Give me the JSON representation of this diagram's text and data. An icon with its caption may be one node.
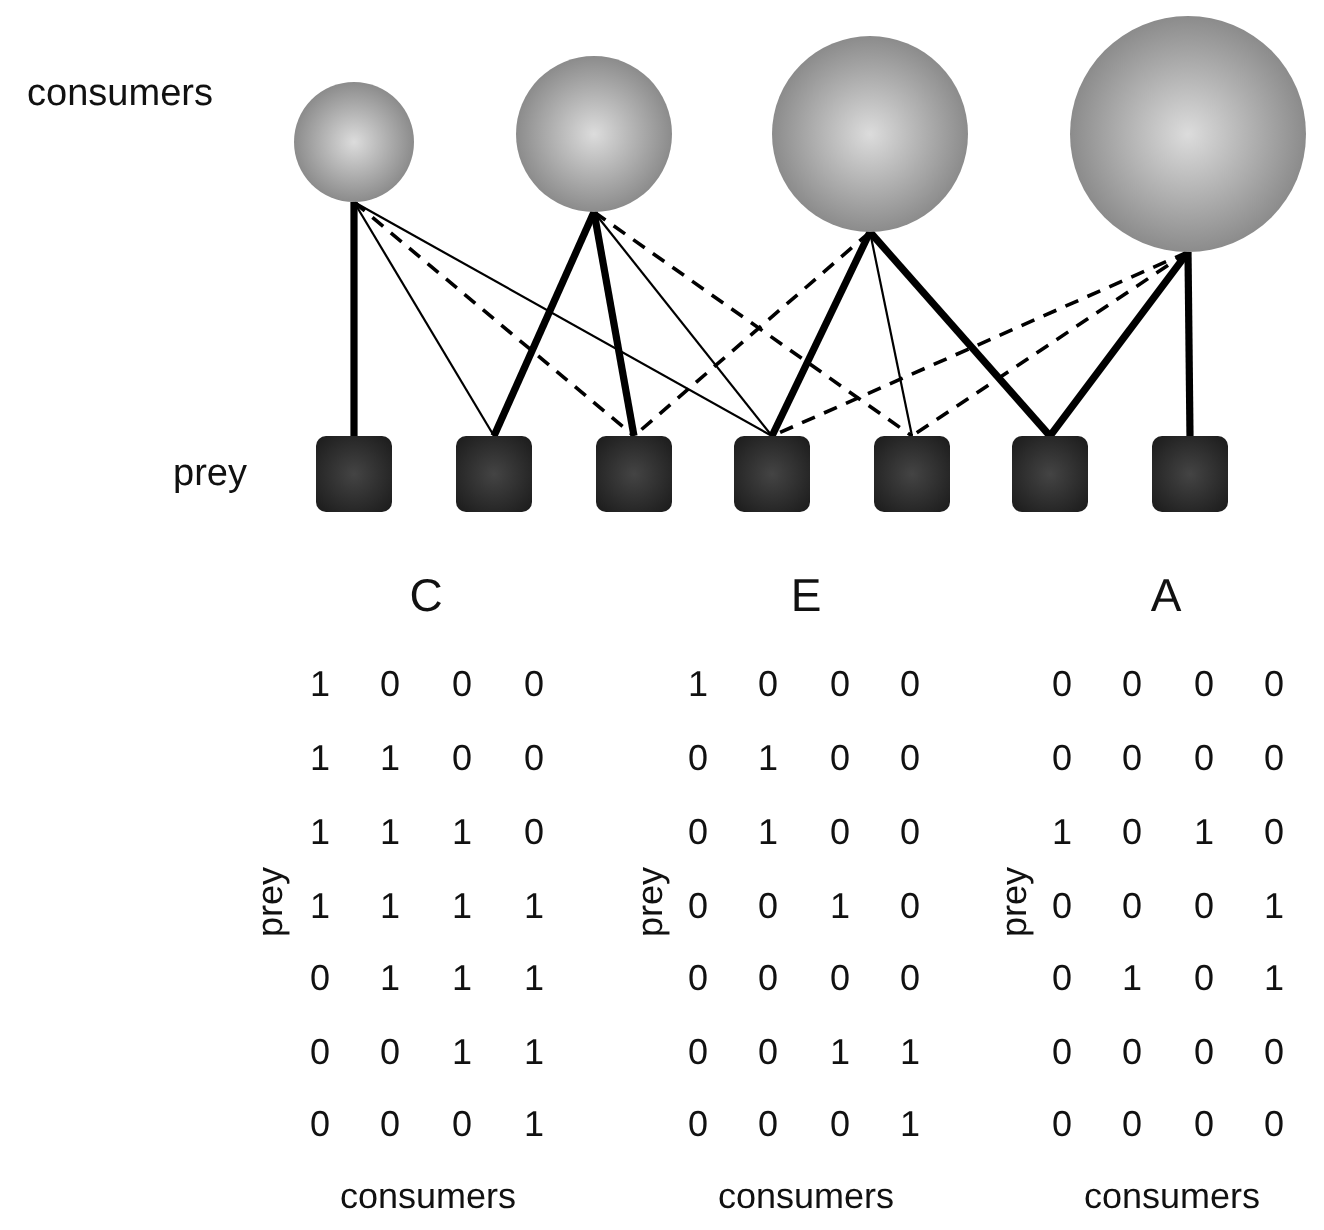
{
  "diagram": {
    "nodes": [
      {
        "text": [],
        "shape": "circle"
      },
      {
        "text": [],
        "shape": "circle"
      },
      {
        "text": [],
        "shape": "circle"
      },
      {
        "text": [],
        "shape": "circle"
      },
      {
        "text": [],
        "shape": "box"
      },
      {
        "text": [],
        "shape": "box"
      },
      {
        "text": [],
        "shape": "box"
      },
      {
        "text": [],
        "shape": "box"
      },
      {
        "text": [],
        "shape": "box"
      },
      {
        "text": [],
        "shape": "box"
      },
      {
        "text": [],
        "shape": "box"
      }
    ],
    "edges": [
      {
        "from": 0,
        "to": 4,
        "arrow": "none",
        "style": "thick"
      },
      {
        "from": 0,
        "to": 5,
        "arrow": "none"
      },
      {
        "from": 0,
        "to": 6,
        "arrow": "none",
        "style": "dashed"
      },
      {
        "from": 0,
        "to": 7,
        "arrow": "none"
      },
      {
        "from": 1,
        "to": 5,
        "arrow": "none",
        "style": "thick"
      },
      {
        "from": 1,
        "to": 6,
        "arrow": "none",
        "style": "thick"
      },
      {
        "from": 1,
        "to": 7,
        "arrow": "none"
      },
      {
        "from": 1,
        "to": 8,
        "arrow": "none",
        "style": "dashed"
      },
      {
        "from": 2,
        "to": 6,
        "arrow": "none",
        "style": "dashed"
      },
      {
        "from": 2,
        "to": 7,
        "arrow": "none",
        "style": "thick"
      },
      {
        "from": 2,
        "to": 8,
        "arrow": "none"
      },
      {
        "from": 2,
        "to": 9,
        "arrow": "none",
        "style": "thick"
      },
      {
        "from": 3,
        "to": 7,
        "arrow": "none",
        "style": "dashed"
      },
      {
        "from": 3,
        "to": 8,
        "arrow": "none",
        "style": "dashed"
      },
      {
        "from": 3,
        "to": 9,
        "arrow": "none",
        "style": "thick"
      },
      {
        "from": 3,
        "to": 10,
        "arrow": "none",
        "style": "thick"
      }
    ],
    "labels": [
      "consumers",
      "prey",
      "C",
      "E",
      "A",
      "1",
      "0",
      "0",
      "0",
      "1",
      "1",
      "0",
      "0",
      "1",
      "1",
      "1",
      "0",
      "1",
      "1",
      "1",
      "1",
      "0",
      "1",
      "1",
      "1",
      "0",
      "0",
      "1",
      "1",
      "0",
      "0",
      "0",
      "1",
      "prey",
      "consumers",
      "1",
      "0",
      "0",
      "0",
      "0",
      "1",
      "0",
      "0",
      "0",
      "1",
      "0",
      "0",
      "0",
      "0",
      "1",
      "0",
      "0",
      "0",
      "0",
      "0",
      "0",
      "0",
      "1",
      "1",
      "0",
      "0",
      "0",
      "1",
      "prey",
      "consumers",
      "0",
      "0",
      "0",
      "0",
      "0",
      "0",
      "0",
      "0",
      "1",
      "0",
      "1",
      "0",
      "0",
      "0",
      "0",
      "1",
      "0",
      "1",
      "0",
      "1",
      "0",
      "0",
      "0",
      "0",
      "0",
      "0",
      "0",
      "0",
      "prey",
      "consumers"
    ]
  }
}
